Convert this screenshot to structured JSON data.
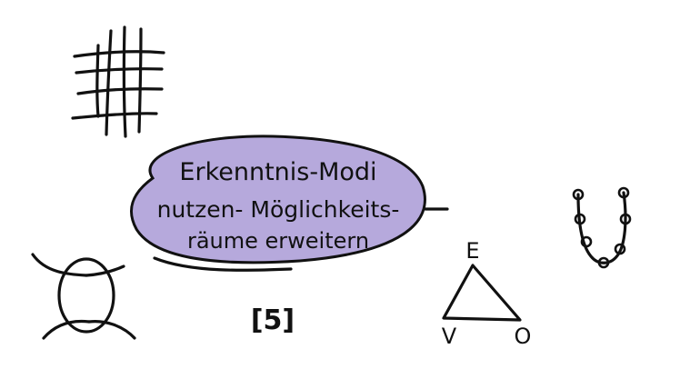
{
  "bubble": {
    "line1": "Erkenntnis-Modi",
    "line2": "nutzen- Möglichkeits-",
    "line3": "räume erweitern",
    "fill_color": "#a99ad6"
  },
  "reference": "[5]",
  "triangle": {
    "top": "E",
    "left": "V",
    "right": "O"
  },
  "icons": [
    "grid-sketch-icon",
    "bracketed-circle-icon",
    "u-chain-icon",
    "triangle-icon"
  ]
}
